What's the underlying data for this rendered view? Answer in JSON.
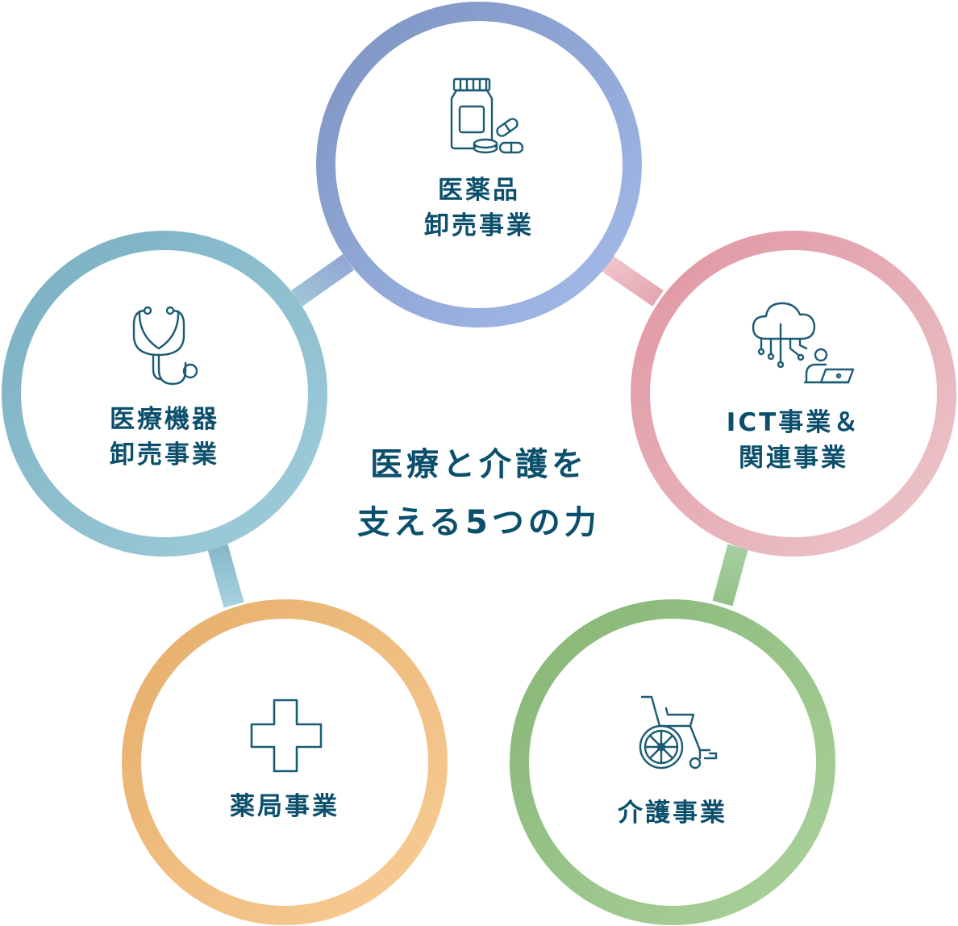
{
  "center": {
    "line1": "医療と介護を",
    "line2": "支える5つの力"
  },
  "nodes": {
    "pharma": {
      "line1": "医薬品",
      "line2": "卸売事業",
      "icon": "medicine-bottle-pills-icon",
      "color_start": "#7f97c6",
      "color_end": "#a3bae8"
    },
    "ict": {
      "line1": "ICT事業＆",
      "line2": "関連事業",
      "icon": "cloud-network-laptop-icon",
      "color_start": "#e39aa6",
      "color_end": "#ecc3c8"
    },
    "care": {
      "line1": "介護事業",
      "icon": "wheelchair-icon",
      "color_start": "#89b978",
      "color_end": "#a9d09a"
    },
    "pharmacy": {
      "line1": "薬局事業",
      "icon": "medical-cross-icon",
      "color_start": "#e8b16e",
      "color_end": "#f6ca92"
    },
    "device": {
      "line1": "医療機器",
      "line2": "卸売事業",
      "icon": "stethoscope-icon",
      "color_start": "#7db2c4",
      "color_end": "#9ccad8"
    }
  },
  "colors": {
    "text": "#0b4f6c",
    "icon": "#1b5c74"
  }
}
